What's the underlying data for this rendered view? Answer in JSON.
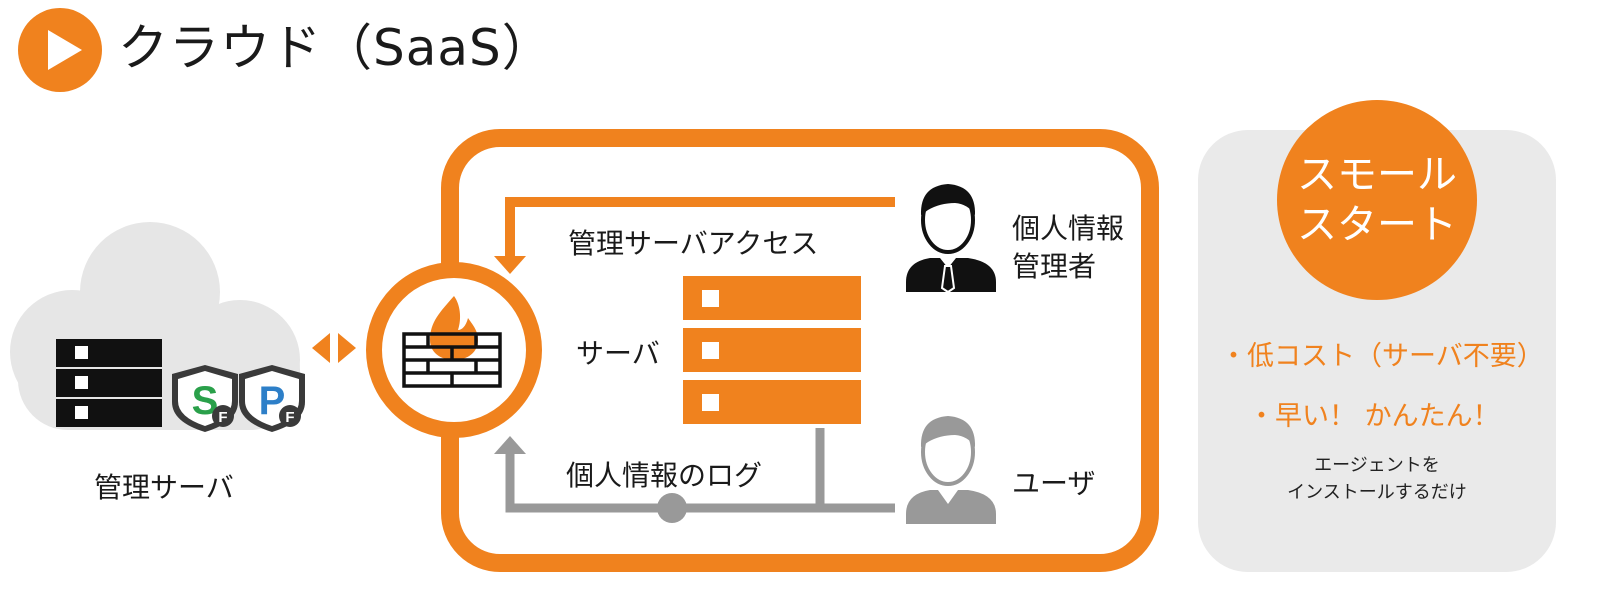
{
  "header": {
    "title": "クラウド（SaaS）"
  },
  "colors": {
    "accent": "#f0821e",
    "gray": "#999999",
    "panel": "#eaeaea",
    "cloud": "#e6e6e6",
    "dark": "#111111"
  },
  "left": {
    "label": "管理サーバ",
    "shield_s_letter": "S",
    "shield_p_letter": "P",
    "shield_sub_letter": "F"
  },
  "center": {
    "access_label": "管理サーバアクセス",
    "server_label": "サーバ",
    "log_label": "個人情報のログ",
    "admin_label_line1": "個人情報",
    "admin_label_line2": "管理者",
    "user_label": "ユーザ"
  },
  "right": {
    "badge_line1": "スモール",
    "badge_line2": "スタート",
    "bullet1": "・低コスト（サーバ不要）",
    "bullet2": "・早い！ かんたん！",
    "note_line1": "エージェントを",
    "note_line2": "インストールするだけ"
  }
}
